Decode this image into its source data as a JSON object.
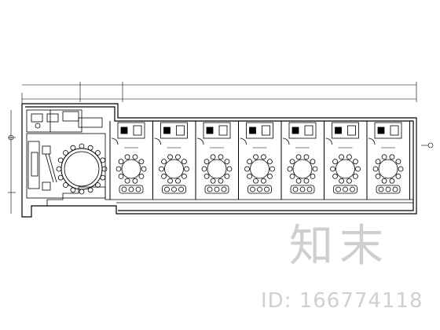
{
  "watermark": {
    "brand": "知末",
    "id_text": "ID: 166774118"
  },
  "colors": {
    "line": "#000000",
    "watermark": "#cfcfcf"
  },
  "plan": {
    "banquet_rooms": 7,
    "vip_room": 1
  }
}
